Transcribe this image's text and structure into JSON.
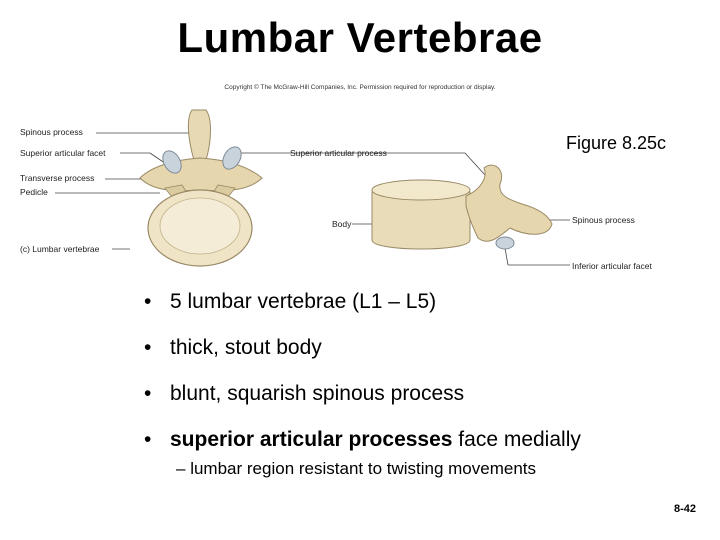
{
  "slide": {
    "title": "Lumbar Vertebrae",
    "copyright": "Copyright © The McGraw-Hill Companies, Inc. Permission required for reproduction or display.",
    "figure_ref": "Figure 8.25c",
    "page_number": "8-42"
  },
  "figure": {
    "labels": {
      "spinous_process_top": "Spinous process",
      "superior_articular_facet": "Superior articular facet",
      "superior_articular_process": "Superior articular process",
      "transverse_process": "Transverse process",
      "pedicle": "Pedicle",
      "body": "Body",
      "caption": "(c) Lumbar vertebrae",
      "spinous_process_side": "Spinous process",
      "inferior_articular_facet": "Inferior articular facet"
    }
  },
  "bullets": [
    {
      "bold": "",
      "text": "5 lumbar vertebrae (L1 – L5)"
    },
    {
      "bold": "",
      "text": "thick, stout body"
    },
    {
      "bold": "",
      "text": "blunt, squarish spinous process"
    },
    {
      "bold": "superior articular processes",
      "text": " face medially"
    }
  ],
  "sub_bullet": {
    "dash": "–",
    "text": "lumbar region resistant to twisting movements"
  },
  "bullet_glyph": "•"
}
